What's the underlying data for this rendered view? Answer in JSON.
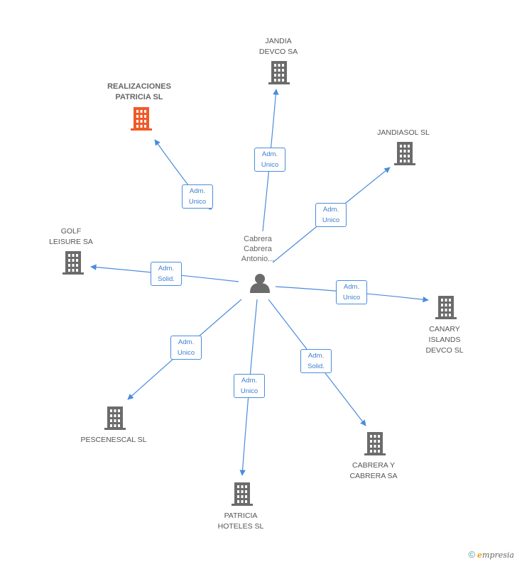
{
  "center": {
    "name": "Cabrera\nCabrera\nAntonio..."
  },
  "companies": [
    {
      "id": "realizaciones",
      "name": "REALIZACIONES\nPATRICIA SL",
      "focus": true,
      "role": "Adm.\nUnico"
    },
    {
      "id": "jandia",
      "name": "JANDIA\nDEVCO SA",
      "focus": false,
      "role": "Adm.\nUnico"
    },
    {
      "id": "jandiasol",
      "name": "JANDIASOL SL",
      "focus": false,
      "role": "Adm.\nUnico"
    },
    {
      "id": "golf",
      "name": "GOLF\nLEISURE SA",
      "focus": false,
      "role": "Adm.\nSolid."
    },
    {
      "id": "canary",
      "name": "CANARY\nISLANDS\nDEVCO SL",
      "focus": false,
      "role": "Adm.\nUnico"
    },
    {
      "id": "pescenescal",
      "name": "PESCENESCAL SL",
      "focus": false,
      "role": "Adm.\nUnico"
    },
    {
      "id": "patricia",
      "name": "PATRICIA\nHOTELES SL",
      "focus": false,
      "role": "Adm.\nUnico"
    },
    {
      "id": "cabrera",
      "name": "CABRERA Y\nCABRERA SA",
      "focus": false,
      "role": "Adm.\nSolid."
    }
  ],
  "footer": {
    "copyright": "©",
    "brand_initial": "e",
    "brand_rest": "mpresia"
  },
  "colors": {
    "edge": "#4a8cdc",
    "building": "#6b6b6b",
    "building_focus": "#f05a28",
    "person": "#6b6b6b"
  }
}
